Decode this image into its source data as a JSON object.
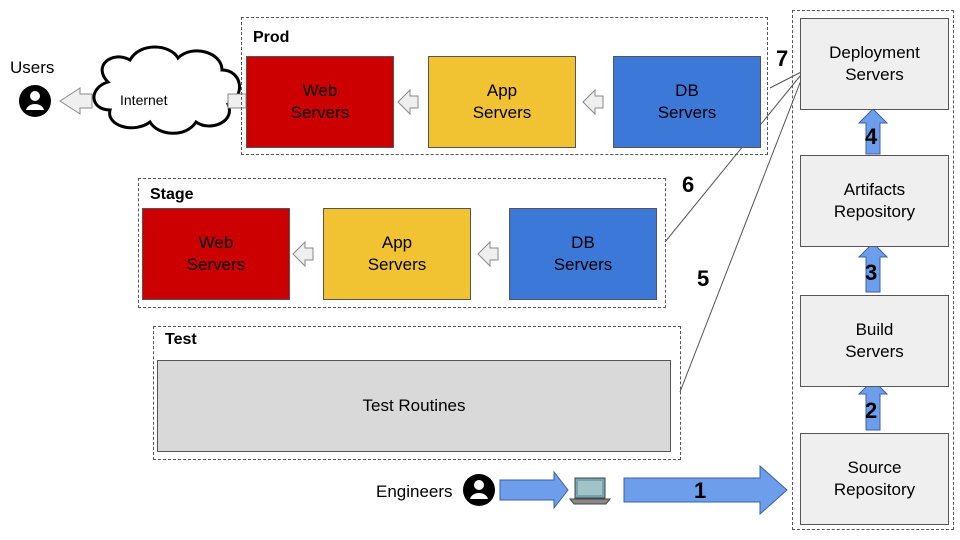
{
  "users_label": "Users",
  "engineers_label": "Engineers",
  "internet_label": "Internet",
  "prod": {
    "label": "Prod",
    "web": "Web\nServers",
    "app": "App\nServers",
    "db": "DB\nServers"
  },
  "stage": {
    "label": "Stage",
    "web": "Web\nServers",
    "app": "App\nServers",
    "db": "DB\nServers"
  },
  "test": {
    "label": "Test",
    "routines": "Test Routines"
  },
  "pipeline": {
    "deployment": "Deployment\nServers",
    "artifacts": "Artifacts\nRepository",
    "build": "Build\nServers",
    "source": "Source\nRepository"
  },
  "steps": {
    "s1": "1",
    "s2": "2",
    "s3": "3",
    "s4": "4",
    "s5": "5",
    "s6": "6",
    "s7": "7"
  },
  "colors": {
    "web": "#cc0000",
    "app": "#f1c232",
    "db": "#3c78d8",
    "test": "#d9d9d9",
    "pipeline_box": "#efefef",
    "flow_arrow": "#6d9eeb"
  }
}
